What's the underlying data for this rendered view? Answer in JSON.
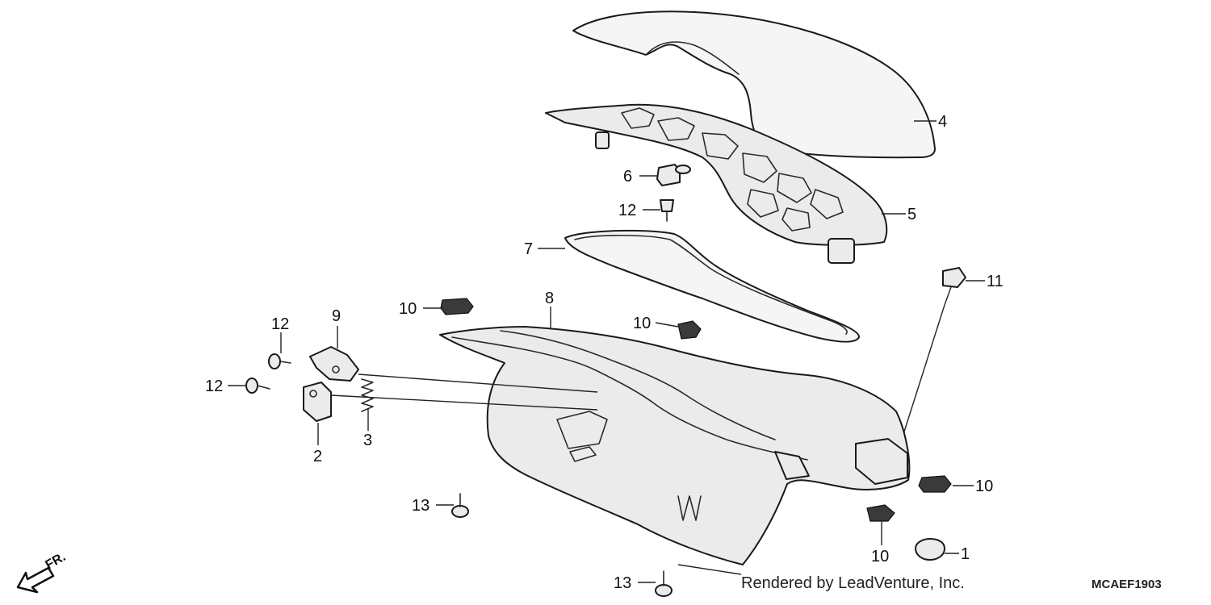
{
  "callouts": {
    "c1": "1",
    "c2": "2",
    "c3": "3",
    "c4": "4",
    "c5": "5",
    "c6": "6",
    "c7": "7",
    "c8": "8",
    "c9": "9",
    "c10a": "10",
    "c10b": "10",
    "c10c": "10",
    "c10d": "10",
    "c11": "11",
    "c12a": "12",
    "c12b": "12",
    "c12c": "12",
    "c13a": "13",
    "c13b": "13"
  },
  "direction_label": "FR.",
  "footer": {
    "credit": "Rendered by LeadVenture, Inc.",
    "diagram_code": "MCAEF1903"
  }
}
